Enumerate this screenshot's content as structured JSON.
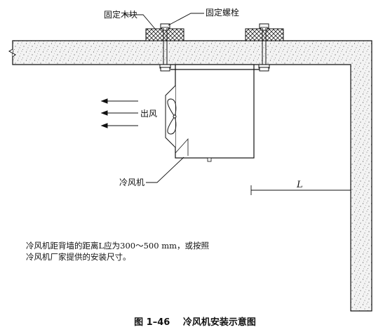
{
  "labels": {
    "fixing_wood": "固定木块",
    "fixing_bolt": "固定螺栓",
    "outlet_air": "出风",
    "unit_name": "冷风机",
    "distance_symbol": "L"
  },
  "note": {
    "line1": "冷风机距背墙的距离L应为300～500 mm，或按照",
    "line2": "冷风机厂家提供的安装尺寸。"
  },
  "caption": {
    "number": "图 1–46",
    "title": "冷风机安装示意图"
  }
}
